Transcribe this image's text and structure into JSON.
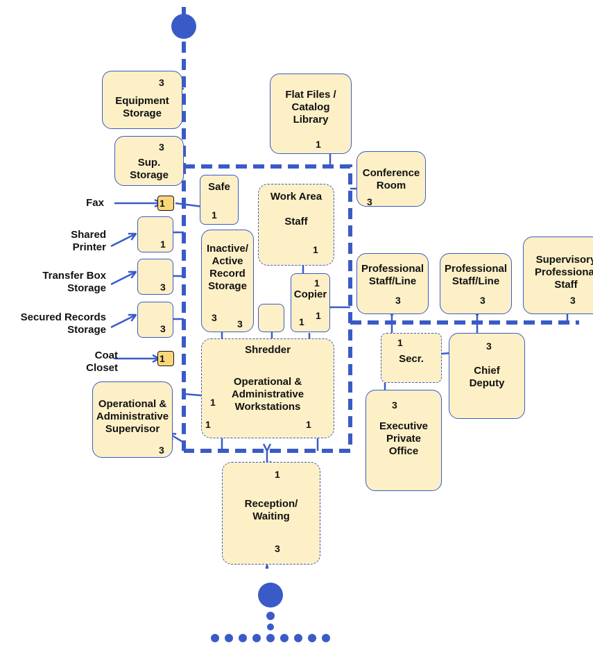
{
  "colors": {
    "line": "#3a5bc7",
    "room_fill": "#fdf0c6",
    "highlight_fill": "#fad77a",
    "text": "#111111"
  },
  "rooms": {
    "equipment_storage": "Equipment\nStorage",
    "sup_storage": "Sup.\nStorage",
    "flat_files": "Flat Files /\nCatalog\nLibrary",
    "conference_room": "Conference\nRoom",
    "safe": "Safe",
    "work_area": "Work Area\n\nStaff",
    "inactive_active_record_storage": "Inactive/\nActive\nRecord\nStorage",
    "copier": "Copier",
    "shredder": "Shredder",
    "operational_workstations": "Operational &\nAdministrative\nWorkstations",
    "operational_supervisor": "Operational &\nAdministrative\nSupervisor",
    "reception_waiting": "Reception/\nWaiting",
    "professional_staff_line_1": "Professional\nStaff/Line",
    "professional_staff_line_2": "Professional\nStaff/Line",
    "supervisory_professional_staff": "Supervisory\nProfessional\nStaff",
    "secr": "Secr.",
    "chief_deputy": "Chief\nDeputy",
    "executive_private_office": "Executive\nPrivate\nOffice"
  },
  "side_labels": {
    "fax": "Fax",
    "shared_printer": "Shared\nPrinter",
    "transfer_box_storage": "Transfer Box\nStorage",
    "secured_records_storage": "Secured Records\nStorage",
    "coat_closet": "Coat\nCloset"
  },
  "adjacency": {
    "equipment_storage": "3",
    "sup_storage": "3",
    "flat_files": "1",
    "conference_room": "3",
    "safe": "1",
    "work_area": "1",
    "copier_top": "1",
    "copier_left": "1",
    "copier_right": "1",
    "record_storage_left": "3",
    "record_storage_right": "3",
    "operational_workstations_left": "1",
    "operational_workstations_bottom_left": "1",
    "operational_workstations_bottom_right": "1",
    "operational_supervisor": "3",
    "reception_top": "1",
    "reception_bottom": "3",
    "fax": "1",
    "shared_printer": "1",
    "transfer_box_storage": "3",
    "secured_records_storage": "3",
    "coat_closet": "1",
    "professional_staff_line_1": "3",
    "professional_staff_line_2": "3",
    "supervisory_professional_staff": "3",
    "secr_top": "1",
    "secr_right": "3",
    "chief_deputy": "3",
    "executive_private_office": "3"
  }
}
